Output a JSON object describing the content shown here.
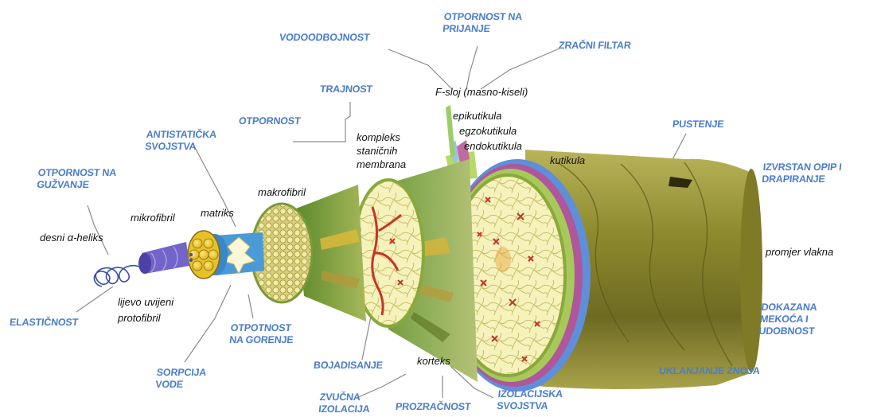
{
  "properties": {
    "vodoodbojnost": "VODOODBOJNOST",
    "otpornost_na_prijanje": "OTPORNOST NA PRIJANJE",
    "zracni_filtar": "ZRAČNI FILTAR",
    "trajnost": "TRAJNOST",
    "otpornost": "OTPORNOST",
    "antistaticka_svojstva": "ANTISTATIČKA SVOJSTVA",
    "otpornost_na_guzvanje": "OTPORNOST NA GUŽVANJE",
    "pustenje": "PUSTENJE",
    "izvrstan_opip": "IZVRSTAN OPIP I DRAPIRANJE",
    "elasticnost": "ELASTIČNOST",
    "sorpcija_vode": "SORPCIJA VODE",
    "otpotnost_na_gorenje": "OTPOTNOST NA GORENJE",
    "bojadisanje": "BOJADISANJE",
    "zvucna_izolacija": "ZVUČNA IZOLACIJA",
    "prozracnost": "PROZRAČNOST",
    "izolacijska_svojstva": "IZOLACIJSKA SVOJSTVA",
    "dokazana_mekoca": "DOKAZANA MEKOĆA I UDOBNOST",
    "uklanjanje_znoja": "UKLANJANJE ZNOJA"
  },
  "structures": {
    "f_sloj": "F-sloj (masno-kiseli)",
    "epikutikula": "epikutikula",
    "egzokutikula": "egzokutikula",
    "endokutikula": "endokutikula",
    "kompleks": "kompleks staničnih membrana",
    "kutikula": "kutikula",
    "makrofibril": "makrofibril",
    "matriks": "matriks",
    "mikrofibril": "mikrofibril",
    "desni_heliks": "desni α-heliks",
    "lijevo_uvijeni": "lijevo uvijeni protofibril",
    "korteks": "korteks",
    "promjer_vlakna": "promjer vlakna"
  },
  "colors": {
    "property_text": "#4b7ecb",
    "structure_text": "#111111",
    "leader_line": "#8a8a8a",
    "fiber_olive": "#8c8a2e",
    "fiber_green": "#7f9a3a",
    "cortex_cream": "#f3efb8",
    "cell_red": "#c8322a",
    "helix_blue": "#3a4fa8",
    "microfibril_yellow": "#e8c52a",
    "matrix_blue": "#4a9ad8"
  }
}
